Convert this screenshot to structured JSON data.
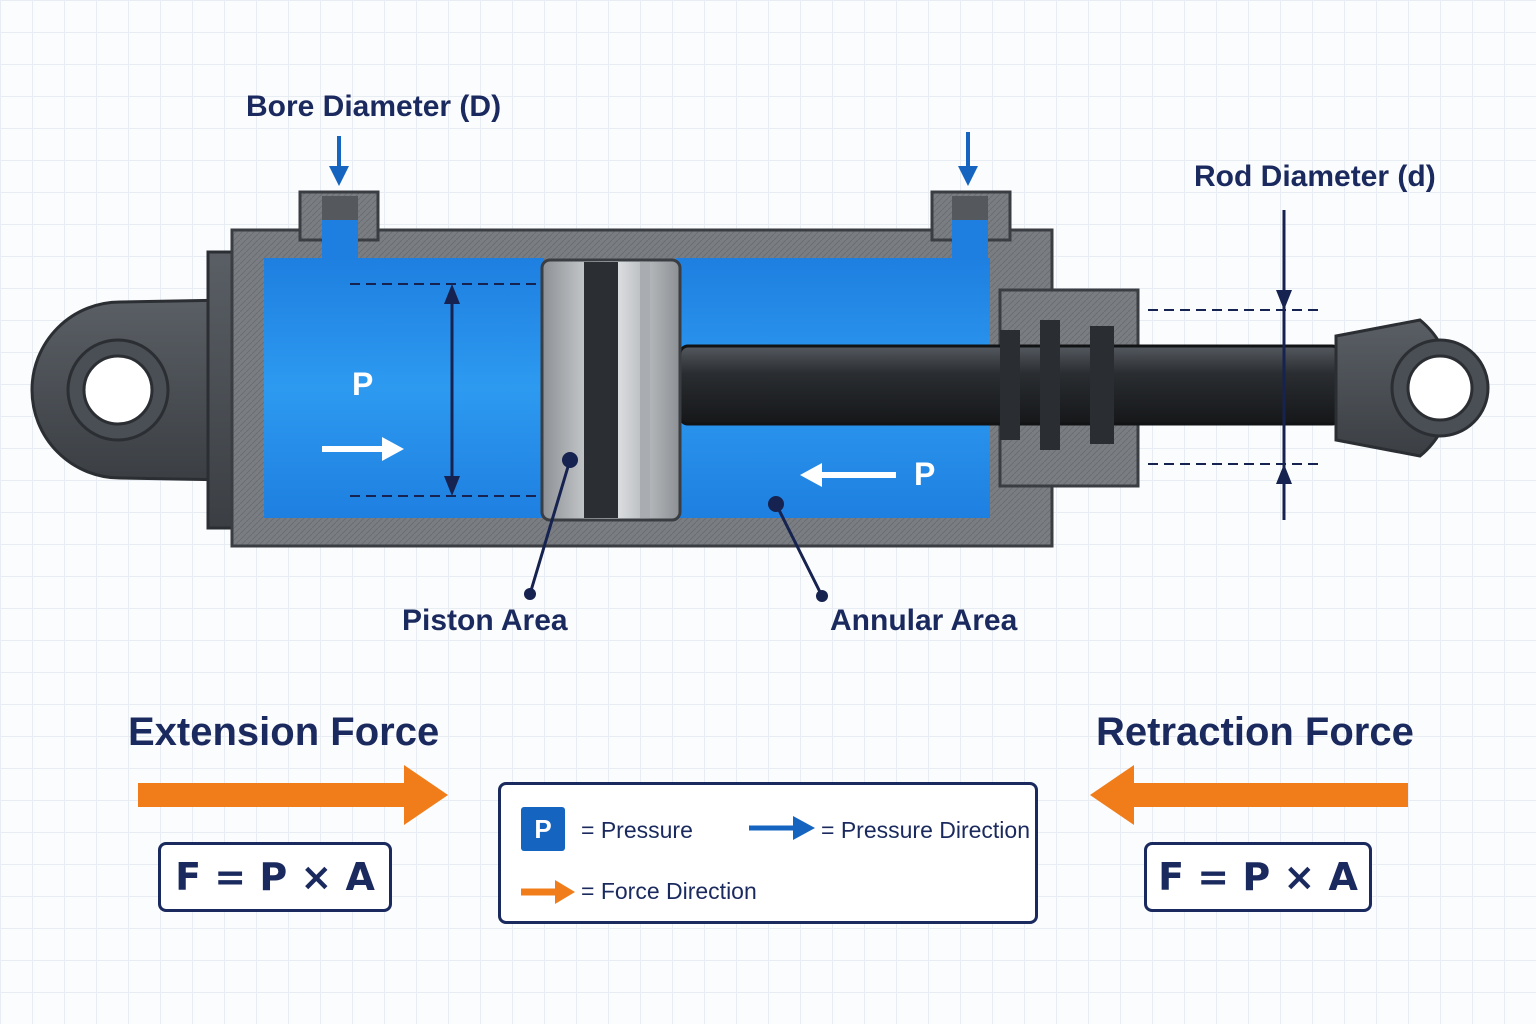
{
  "labels": {
    "bore_diameter": "Bore Diameter (D)",
    "rod_diameter": "Rod Diameter (d)",
    "piston_area": "Piston Area",
    "annular_area": "Annular Area",
    "extension_force": "Extension Force",
    "retraction_force": "Retraction Force"
  },
  "pressure_marks": {
    "cap_side": "P",
    "rod_side": "P"
  },
  "formulas": {
    "extension": "F = P × A",
    "retraction": "F = P × A"
  },
  "legend": {
    "pressure_symbol": "P",
    "pressure_label": "= Pressure",
    "pressure_direction_label": "= Pressure Direction",
    "force_direction_label": "= Force Direction"
  },
  "colors": {
    "fluid": "#1e88e5",
    "pressure_arrow": "#1565c0",
    "force_arrow": "#f07d1a",
    "text": "#1b2a5e",
    "housing": "#6f7378"
  }
}
